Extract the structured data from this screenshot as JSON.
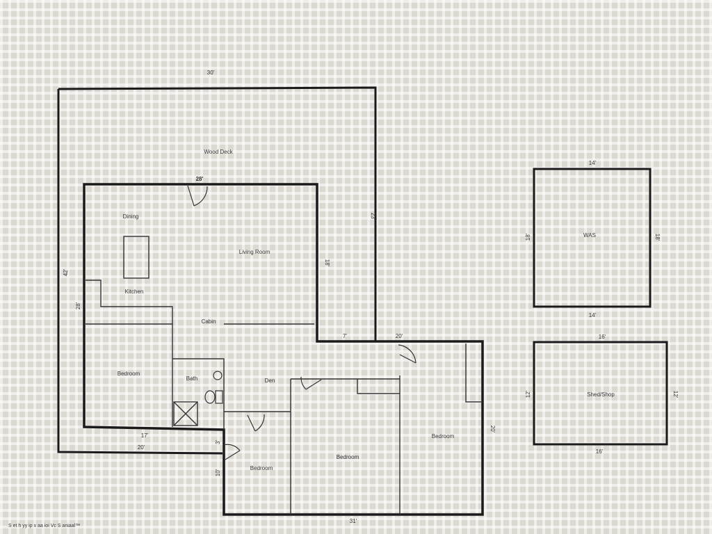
{
  "main_house": {
    "rooms": {
      "wood_deck": "Wood Deck",
      "dining": "Dining",
      "living_room": "Living Room",
      "kitchen": "Kitchen",
      "cabin": "Cabin",
      "bedroom_west": "Bedroom",
      "bath": "Bath",
      "den": "Den",
      "bedroom_small": "Bedroom",
      "bedroom_middle": "Bedroom",
      "bedroom_east": "Bedroom"
    },
    "dimensions": {
      "deck_top": "30'",
      "deck_left": "42'",
      "deck_right": "23'",
      "cabin_top": "28'",
      "cabin_left": "28'",
      "cabin_right": "18'",
      "step_7": "7'",
      "wing_top": "20'",
      "wing_right": "20'",
      "inner_17": "17'",
      "deck_bottom": "20'",
      "step_3": "3'",
      "small_bedroom_left": "10'",
      "bottom_total": "31'"
    }
  },
  "was_building": {
    "label": "WAS",
    "top": "14'",
    "bottom": "14'",
    "left": "18'",
    "right": "18'"
  },
  "shed_building": {
    "label": "Shed/Shop",
    "top": "16'",
    "bottom": "16'",
    "left": "12'",
    "right": "12'"
  },
  "footer_text": "S et h yy ip x aa ioi Vc S aniaal™"
}
